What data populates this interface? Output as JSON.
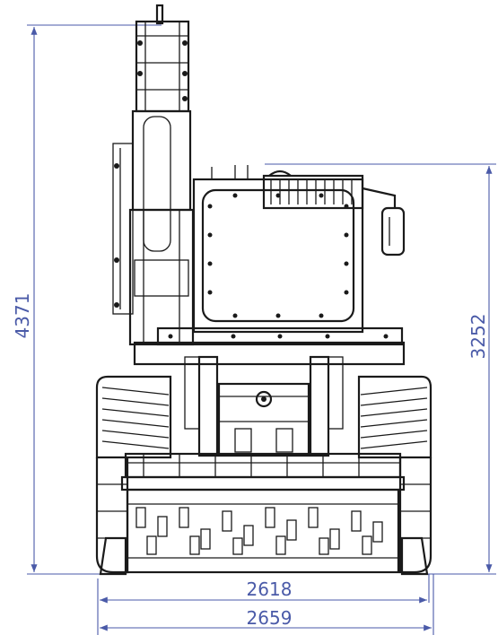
{
  "dimensions": {
    "total_height": "4371",
    "cab_height": "3252",
    "track_width": "2618",
    "overall_width": "2659"
  },
  "colors": {
    "dimension_lines": "#4a5aa8",
    "drawing_ink": "#1a1a1a",
    "background": "#ffffff"
  }
}
